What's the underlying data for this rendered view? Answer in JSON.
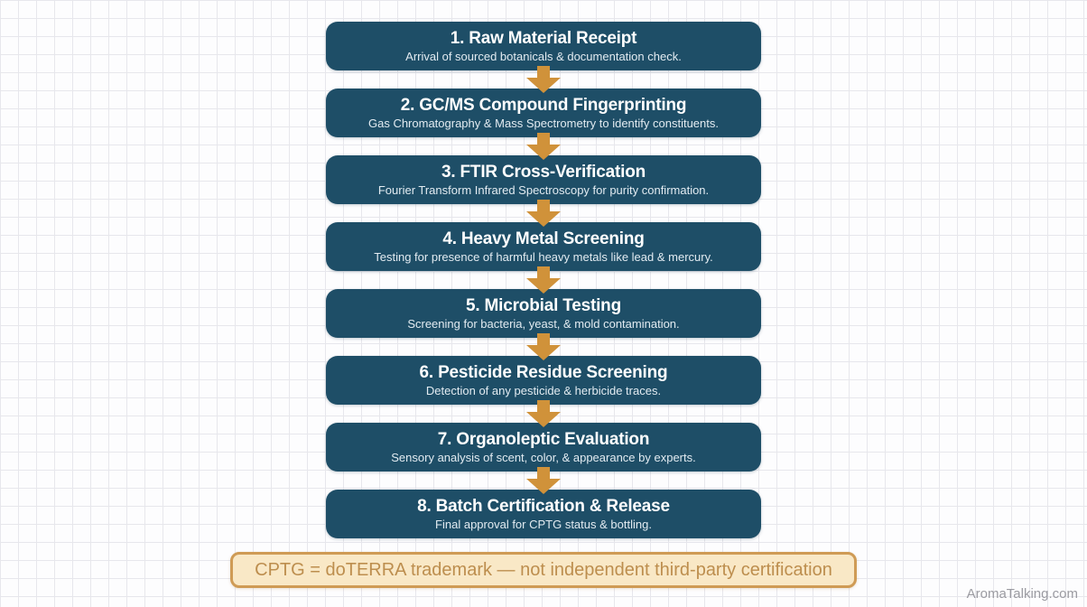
{
  "flowchart": {
    "steps": [
      {
        "title": "1. Raw Material Receipt",
        "subtitle": "Arrival of sourced botanicals & documentation check."
      },
      {
        "title": "2. GC/MS Compound Fingerprinting",
        "subtitle": "Gas Chromatography & Mass Spectrometry to identify constituents."
      },
      {
        "title": "3. FTIR Cross-Verification",
        "subtitle": "Fourier Transform Infrared Spectroscopy for purity confirmation."
      },
      {
        "title": "4. Heavy Metal Screening",
        "subtitle": "Testing for presence of harmful heavy metals like lead & mercury."
      },
      {
        "title": "5. Microbial Testing",
        "subtitle": "Screening for bacteria, yeast, & mold contamination."
      },
      {
        "title": "6. Pesticide Residue Screening",
        "subtitle": "Detection of any pesticide & herbicide traces."
      },
      {
        "title": "7. Organoleptic Evaluation",
        "subtitle": "Sensory analysis of scent, color, & appearance by experts."
      },
      {
        "title": "8. Batch Certification & Release",
        "subtitle": "Final approval for CPTG status & bottling."
      }
    ]
  },
  "note": {
    "text": "CPTG = doTERRA trademark — not independent third-party certification"
  },
  "watermark": {
    "text": "AromaTalking.com"
  },
  "colors": {
    "box_fill": "#1e4e67",
    "box_title_text": "#ffffff",
    "box_subtitle_text": "#e2ebf1",
    "arrow": "#d0923a",
    "note_fill": "#f9e8c6",
    "note_border": "#cf9b55",
    "note_text": "#bd8e4e",
    "grid_line": "#e7e7ec",
    "background": "#fdfdfe",
    "watermark_text": "#9b9ba1"
  }
}
